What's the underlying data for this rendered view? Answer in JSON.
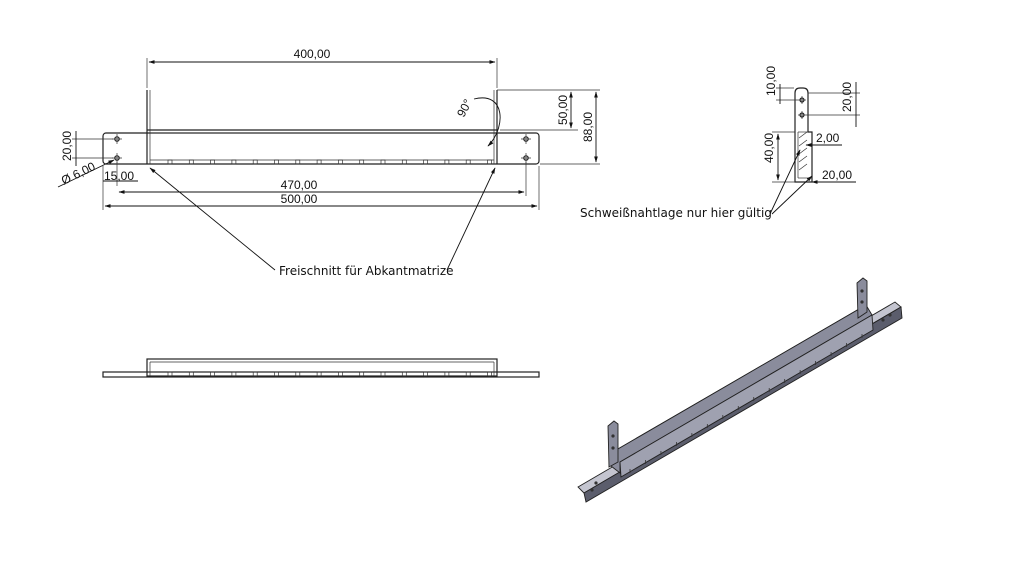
{
  "drawing": {
    "front_view": {
      "dimensions": {
        "top_length": "400,00",
        "hole_vertical": "20,00",
        "hole_diameter": "Ø 6,00",
        "hole_edge": "15,00",
        "inner_length": "470,00",
        "total_length": "500,00",
        "angle": "90°",
        "flange_height": "50,00",
        "total_height": "88,00"
      },
      "hole_count": 16
    },
    "side_view": {
      "dimensions": {
        "tab_top": "10,00",
        "tab_right": "20,00",
        "body_height": "40,00",
        "wall": "2,00",
        "base_width": "20,00"
      }
    },
    "notes": {
      "relief_cut": "Freischnitt für Abkantmatrize",
      "weld_seam": "Schweißnahtlage nur hier gültig"
    },
    "colors": {
      "line": "#222222",
      "part_face": "#8a8c9c",
      "part_dark": "#5b5d6c",
      "part_light": "#c4c5d0"
    }
  }
}
